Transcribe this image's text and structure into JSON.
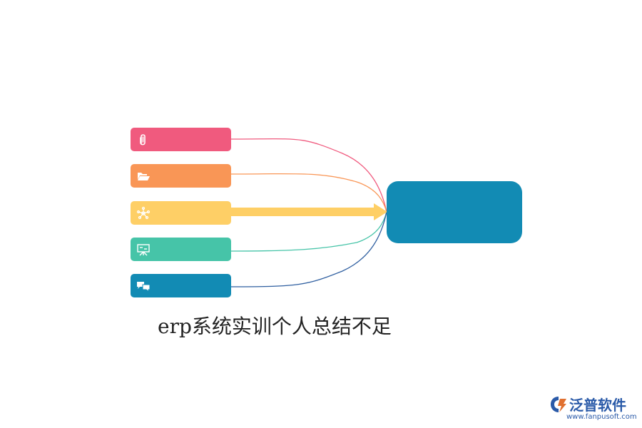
{
  "diagram": {
    "items": [
      {
        "icon": "paperclip-icon",
        "color": "#f05a7e"
      },
      {
        "icon": "folder-open-icon",
        "color": "#f99656"
      },
      {
        "icon": "network-icon",
        "color": "#fecf66"
      },
      {
        "icon": "presentation-board-icon",
        "color": "#46c4a8"
      },
      {
        "icon": "chat-bubbles-icon",
        "color": "#128bb4"
      }
    ],
    "hub": {
      "color": "#128bb4"
    },
    "arrow": {
      "color": "#fecf66"
    },
    "caption": "erp系统实训个人总结不足"
  },
  "logo": {
    "name": "泛普软件",
    "url": "www.fanpusoft.com",
    "color": "#2a5aa8"
  }
}
